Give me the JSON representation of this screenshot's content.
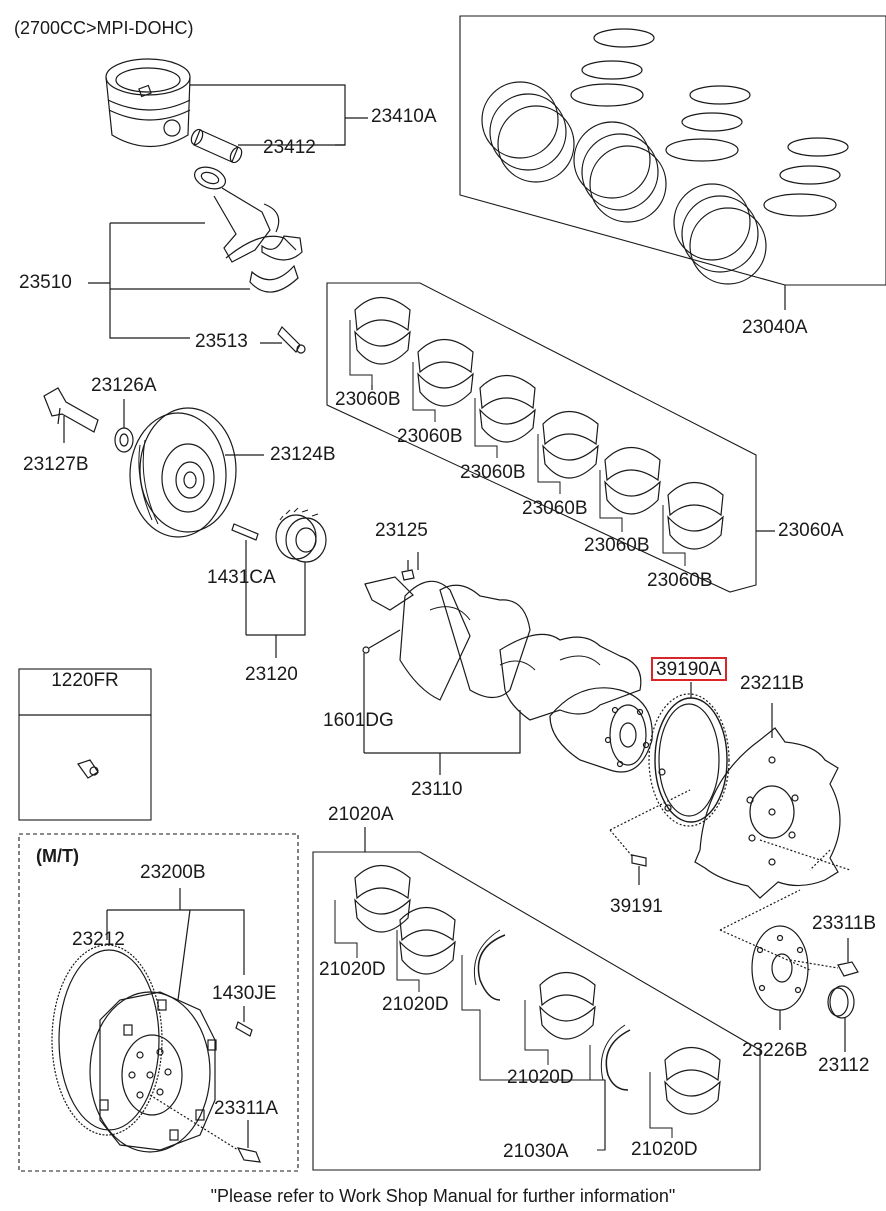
{
  "header": {
    "engine": "(2700CC>MPI-DOHC)"
  },
  "footer": {
    "note": "\"Please refer to Work Shop Manual for further information\""
  },
  "inset_mt": {
    "label": "(M/T)"
  },
  "inset_bolt": {
    "label": "1220FR"
  },
  "highlight_color": "#d9262b",
  "parts": {
    "p23410A": "23410A",
    "p23412": "23412",
    "p23040A": "23040A",
    "p23510": "23510",
    "p23513": "23513",
    "p23060A": "23060A",
    "p23060B": "23060B",
    "p23126A": "23126A",
    "p23127B": "23127B",
    "p23124B": "23124B",
    "p1431CA": "1431CA",
    "p23120": "23120",
    "p23125": "23125",
    "p1601DG": "1601DG",
    "p23110": "23110",
    "p39190A": "39190A",
    "p23211B": "23211B",
    "p39191": "39191",
    "p21020A": "21020A",
    "p21020D": "21020D",
    "p21030A": "21030A",
    "p23311B": "23311B",
    "p23226B": "23226B",
    "p23112": "23112",
    "p23200B": "23200B",
    "p23212": "23212",
    "p1430JE": "1430JE",
    "p23311A": "23311A"
  }
}
